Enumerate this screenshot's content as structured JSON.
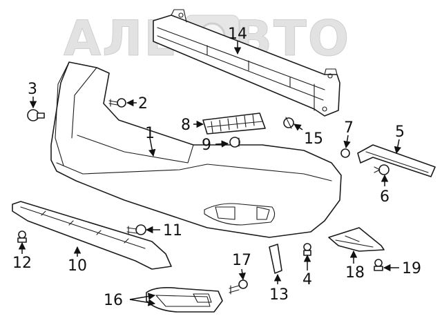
{
  "watermark": "АЛЕ АВТО",
  "callouts": [
    "1",
    "2",
    "3",
    "4",
    "5",
    "6",
    "7",
    "8",
    "9",
    "10",
    "11",
    "12",
    "13",
    "14",
    "15",
    "16",
    "17",
    "18",
    "19"
  ],
  "colors": {
    "line": "#1a1a1a",
    "watermark": "#e2e2e2"
  }
}
